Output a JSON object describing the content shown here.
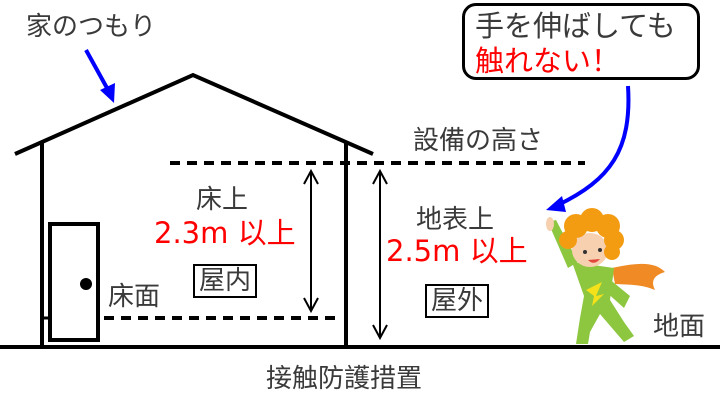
{
  "title": "接触防護措置",
  "labels": {
    "roof_callout": "家のつもり",
    "equipment_height": "設備の高さ",
    "indoor_ref": "床上",
    "indoor_value": "2.3m 以上",
    "outdoor_ref": "地表上",
    "outdoor_value": "2.5m 以上",
    "floor": "床面",
    "ground": "地面",
    "indoor_box": "屋内",
    "outdoor_box": "屋外"
  },
  "bubble": {
    "line1": "手を伸ばしても",
    "line2": "触れない！"
  },
  "icons": {
    "callout_arrow": "blue-arrow",
    "bubble_arrow": "blue-curved-arrow",
    "character": "reaching-character"
  },
  "colors": {
    "accent_red": "#ff0000",
    "arrow_blue": "#0000ff",
    "line": "#000000",
    "text": "#3a3a3a",
    "char_hair": "#f39c12",
    "char_body": "#8dc63f",
    "char_scarf": "#f08a24"
  }
}
